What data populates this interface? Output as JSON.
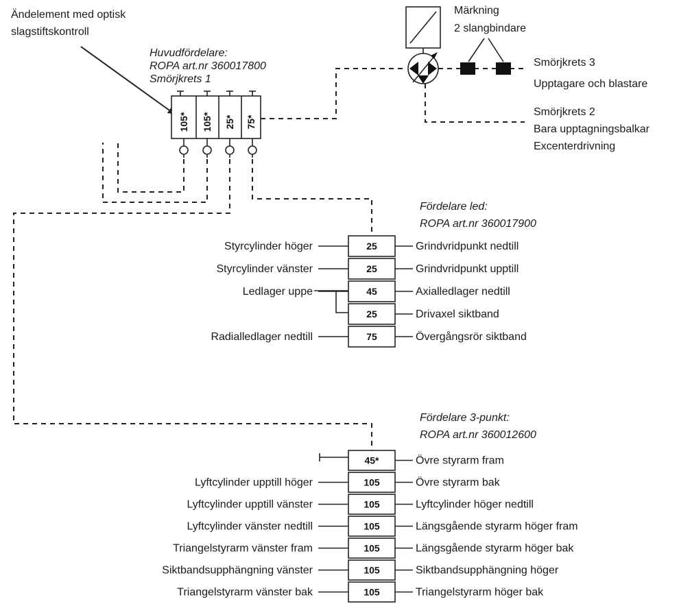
{
  "callout": {
    "line1": "Ändelement med optisk",
    "line2": "slagstiftskontroll"
  },
  "main_distributor": {
    "title": "Huvudfördelare:",
    "art": "ROPA art.nr 360017800",
    "circuit": "Smörjkrets 1",
    "cells": [
      "105*",
      "105*",
      "25*",
      "75*"
    ]
  },
  "marking": {
    "line1": "Märkning",
    "line2": "2 slangbindare"
  },
  "circuit3": {
    "line1": "Smörjkrets 3",
    "line2": "Upptagare och blastare"
  },
  "circuit2": {
    "line1": "Smörjkrets 2",
    "line2": "Bara upptagningsbalkar",
    "line3": "Excenterdrivning"
  },
  "joint_distributor": {
    "title": "Fördelare led:",
    "art": "ROPA art.nr 360017900",
    "rows": [
      {
        "left": "Styrcylinder höger",
        "value": "25",
        "right": "Grindvridpunkt nedtill"
      },
      {
        "left": "Styrcylinder vänster",
        "value": "25",
        "right": "Grindvridpunkt upptill"
      },
      {
        "left": "Ledlager uppe",
        "value": "45",
        "right": "Axialledlager nedtill"
      },
      {
        "left": "",
        "value": "25",
        "right": "Drivaxel siktband"
      },
      {
        "left": "Radialledlager nedtill",
        "value": "75",
        "right": "Övergångsrör siktband"
      }
    ]
  },
  "three_point_distributor": {
    "title": "Fördelare 3-punkt:",
    "art": "ROPA art.nr 360012600",
    "rows": [
      {
        "left": "",
        "value": "45*",
        "right": "Övre styrarm fram"
      },
      {
        "left": "Lyftcylinder upptill höger",
        "value": "105",
        "right": "Övre styrarm bak"
      },
      {
        "left": "Lyftcylinder upptill vänster",
        "value": "105",
        "right": "Lyftcylinder höger nedtill"
      },
      {
        "left": "Lyftcylinder vänster nedtill",
        "value": "105",
        "right": "Längsgående styrarm höger fram"
      },
      {
        "left": "Triangelstyrarm vänster fram",
        "value": "105",
        "right": "Längsgående styrarm höger bak"
      },
      {
        "left": "Siktbandsupphängning vänster",
        "value": "105",
        "right": "Siktbandsupphängning höger"
      },
      {
        "left": "Triangelstyrarm vänster bak",
        "value": "105",
        "right": "Triangelstyrarm höger bak"
      }
    ]
  }
}
